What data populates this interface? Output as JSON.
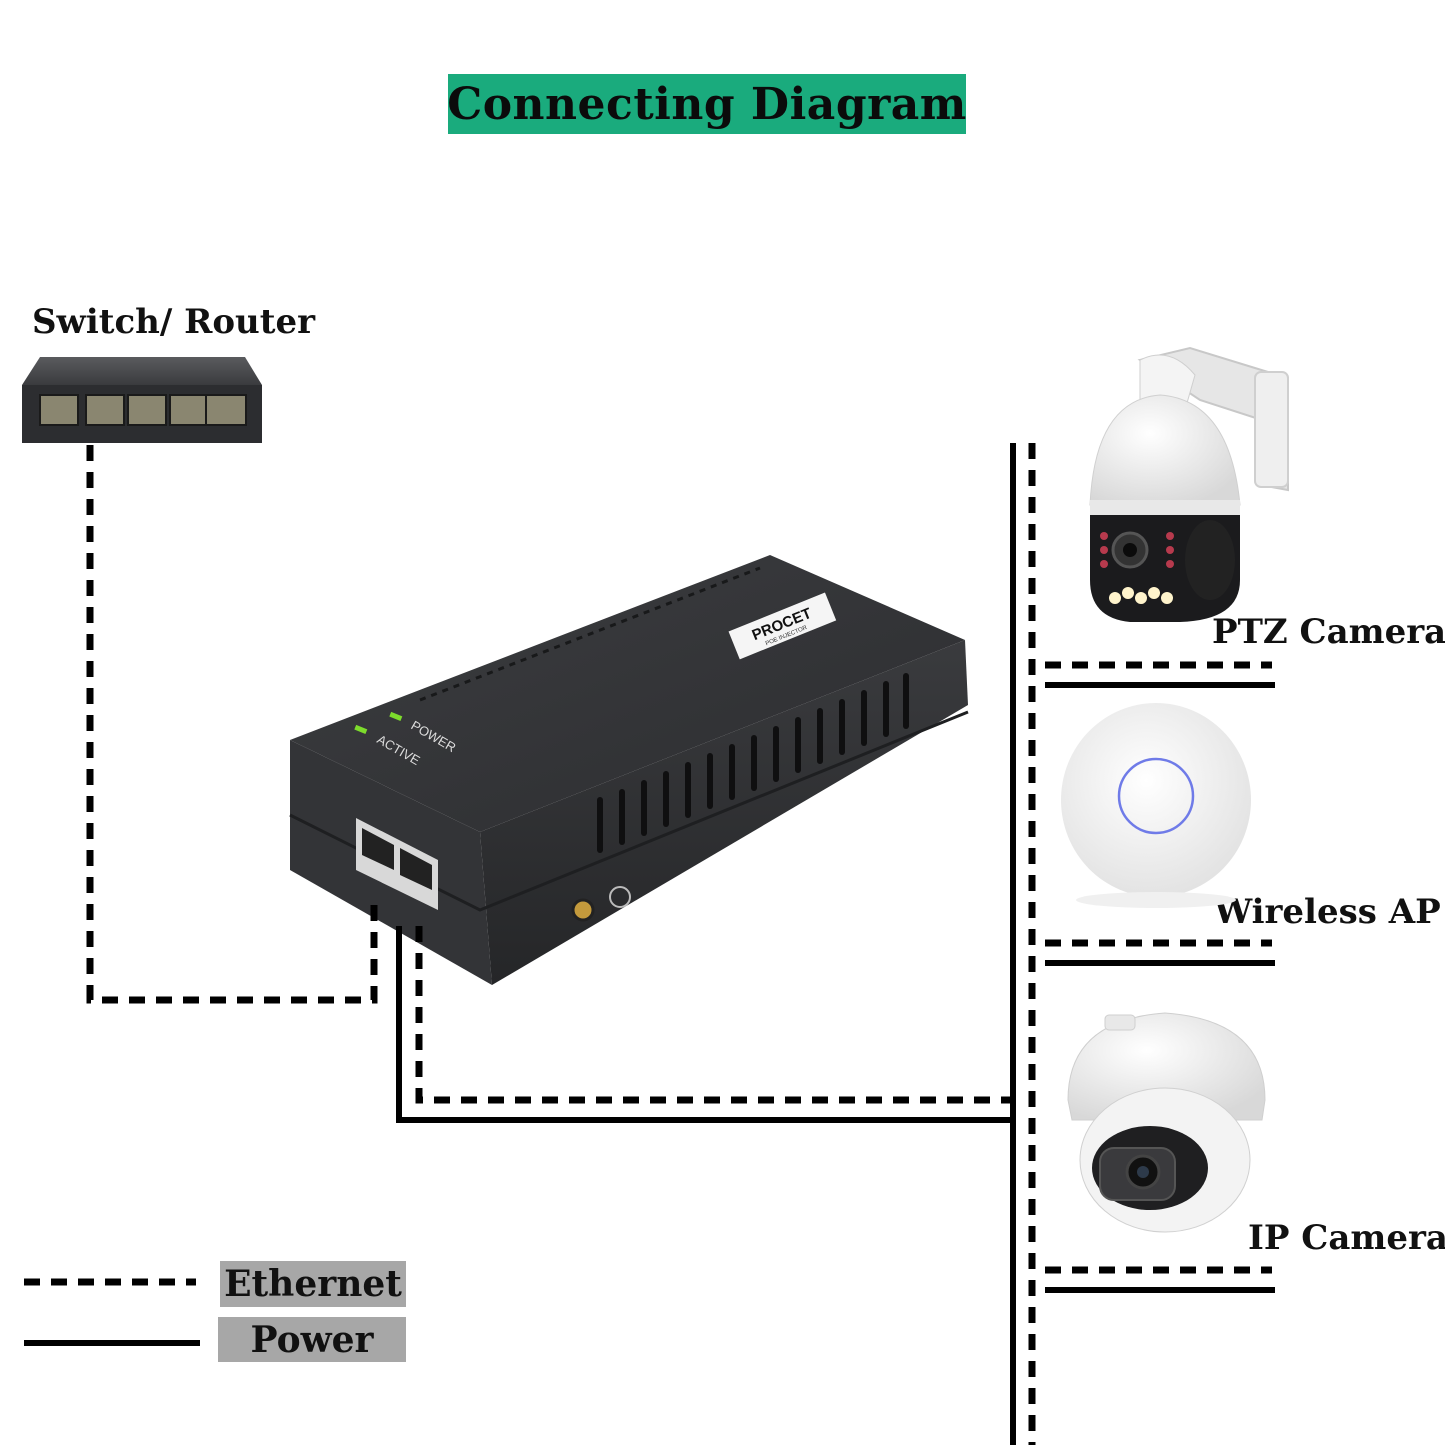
{
  "title": "Connecting Diagram",
  "devices": {
    "switch_router": "Switch/ Router",
    "ptz_camera": "PTZ Camera",
    "wireless_ap": "Wireless AP",
    "ip_camera": "IP Camera"
  },
  "injector": {
    "brand": "PROCET",
    "brand_sub": "POE INJECTOR",
    "led_power": "POWER",
    "led_active": "ACTIVE"
  },
  "legend": {
    "ethernet": "Ethernet",
    "power": "Power"
  },
  "colors": {
    "title_bg": "#1aab7d",
    "legend_bg": "#a7a7a7",
    "line": "#000000",
    "device_body": "#2f3032",
    "led": "#7ddc2c",
    "ap_ring": "#6f7be8"
  }
}
